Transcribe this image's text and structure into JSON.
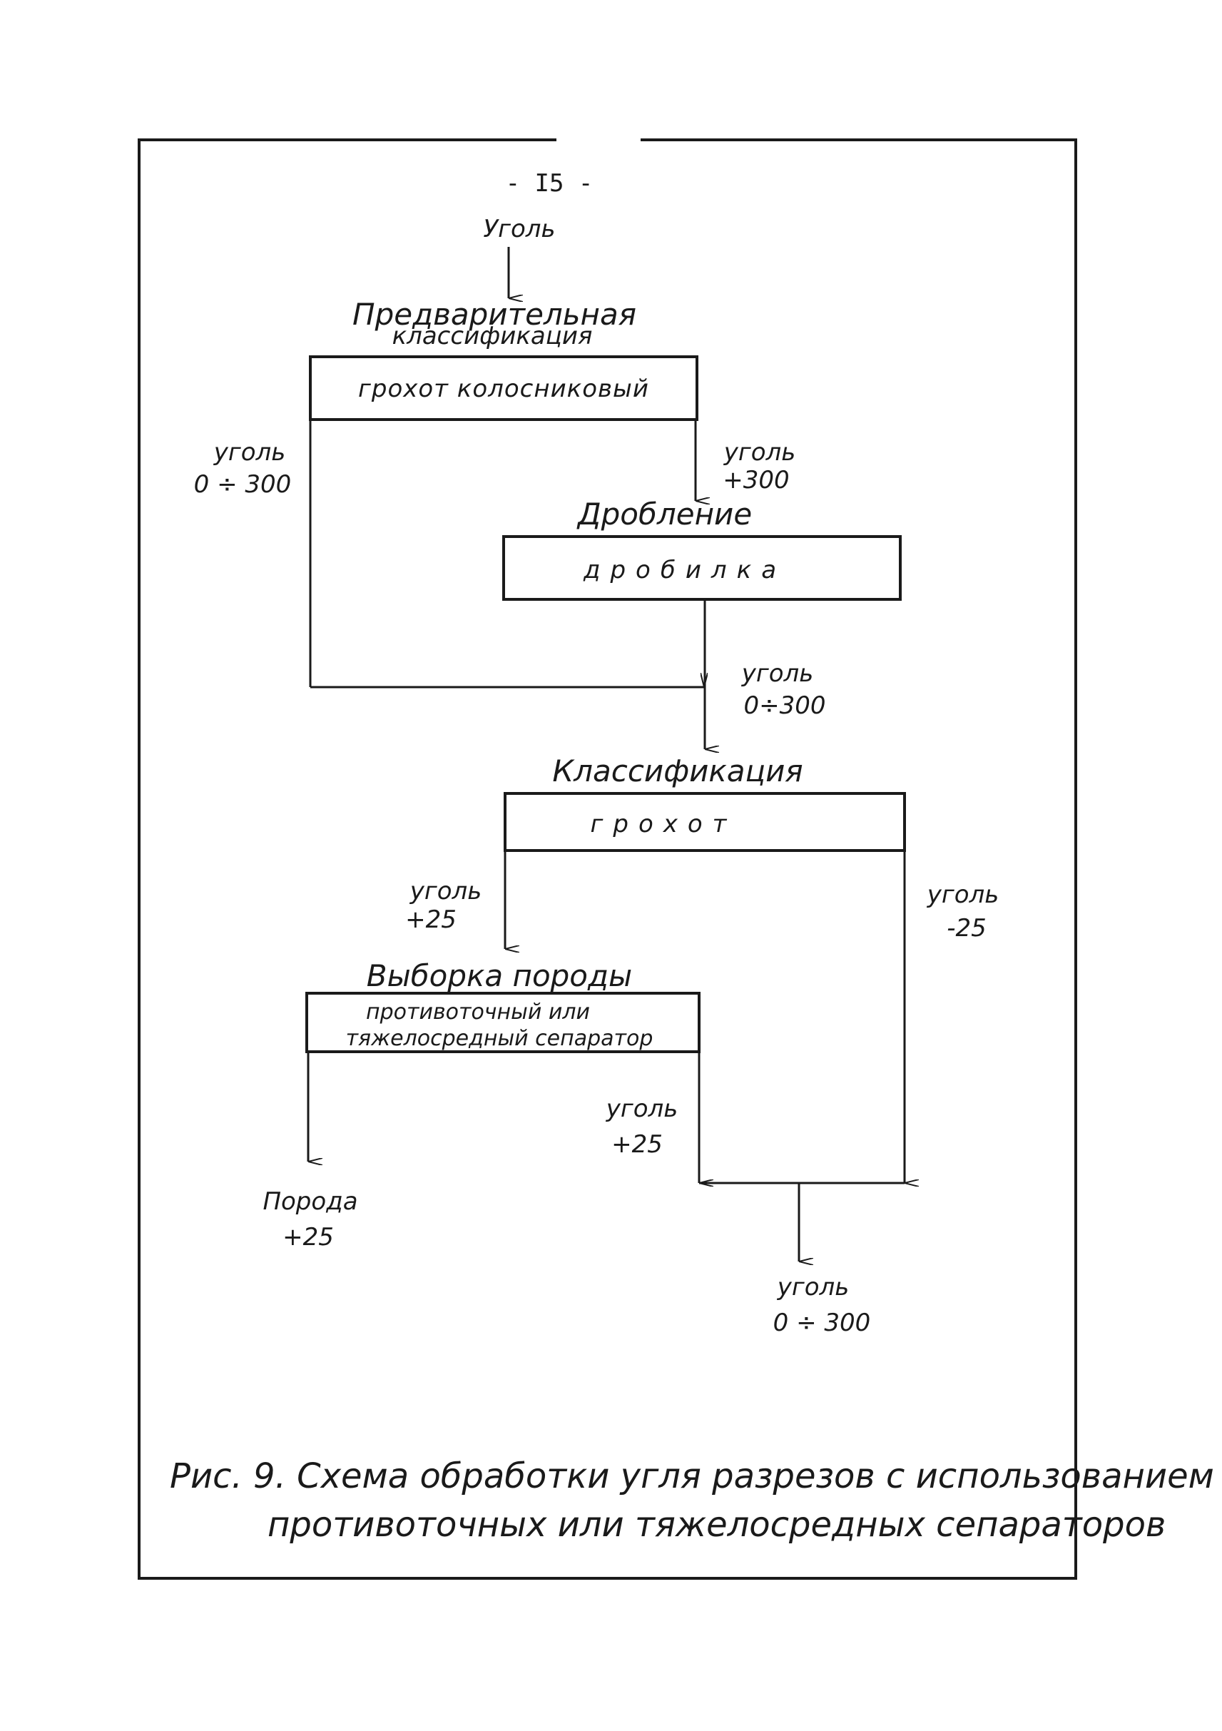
{
  "page_number": "- I5 -",
  "input": "Уголь",
  "stages": {
    "pre_classification": {
      "title_line1": "Предварительная",
      "title_line2": "классификация",
      "equipment": "грохот колосниковый"
    },
    "crushing": {
      "title": "Дробление",
      "equipment": "дробилка"
    },
    "classification": {
      "title": "Классификация",
      "equipment": "грохот"
    },
    "rock_picking": {
      "title": "Выборка породы",
      "equipment_line1": "противоточный или",
      "equipment_line2": "тяжелосредный сепаратор"
    }
  },
  "flows": {
    "bypass": {
      "name": "уголь",
      "size": "0 ÷ 300"
    },
    "to_crusher": {
      "name": "уголь",
      "size": "+300"
    },
    "after_crusher": {
      "name": "уголь",
      "size": "0÷300"
    },
    "to_separator": {
      "name": "уголь",
      "size": "+25"
    },
    "fines": {
      "name": "уголь",
      "size": "-25"
    },
    "rock": {
      "name": "Порода",
      "size": "+25"
    },
    "separator_coal": {
      "name": "уголь",
      "size": "+25"
    },
    "product": {
      "name": "уголь",
      "size": "0 ÷ 300"
    }
  },
  "caption": {
    "line1": "Рис. 9. Схема обработки угля разрезов с использованием",
    "line2": "противоточных или тяжелосредных сепараторов"
  }
}
